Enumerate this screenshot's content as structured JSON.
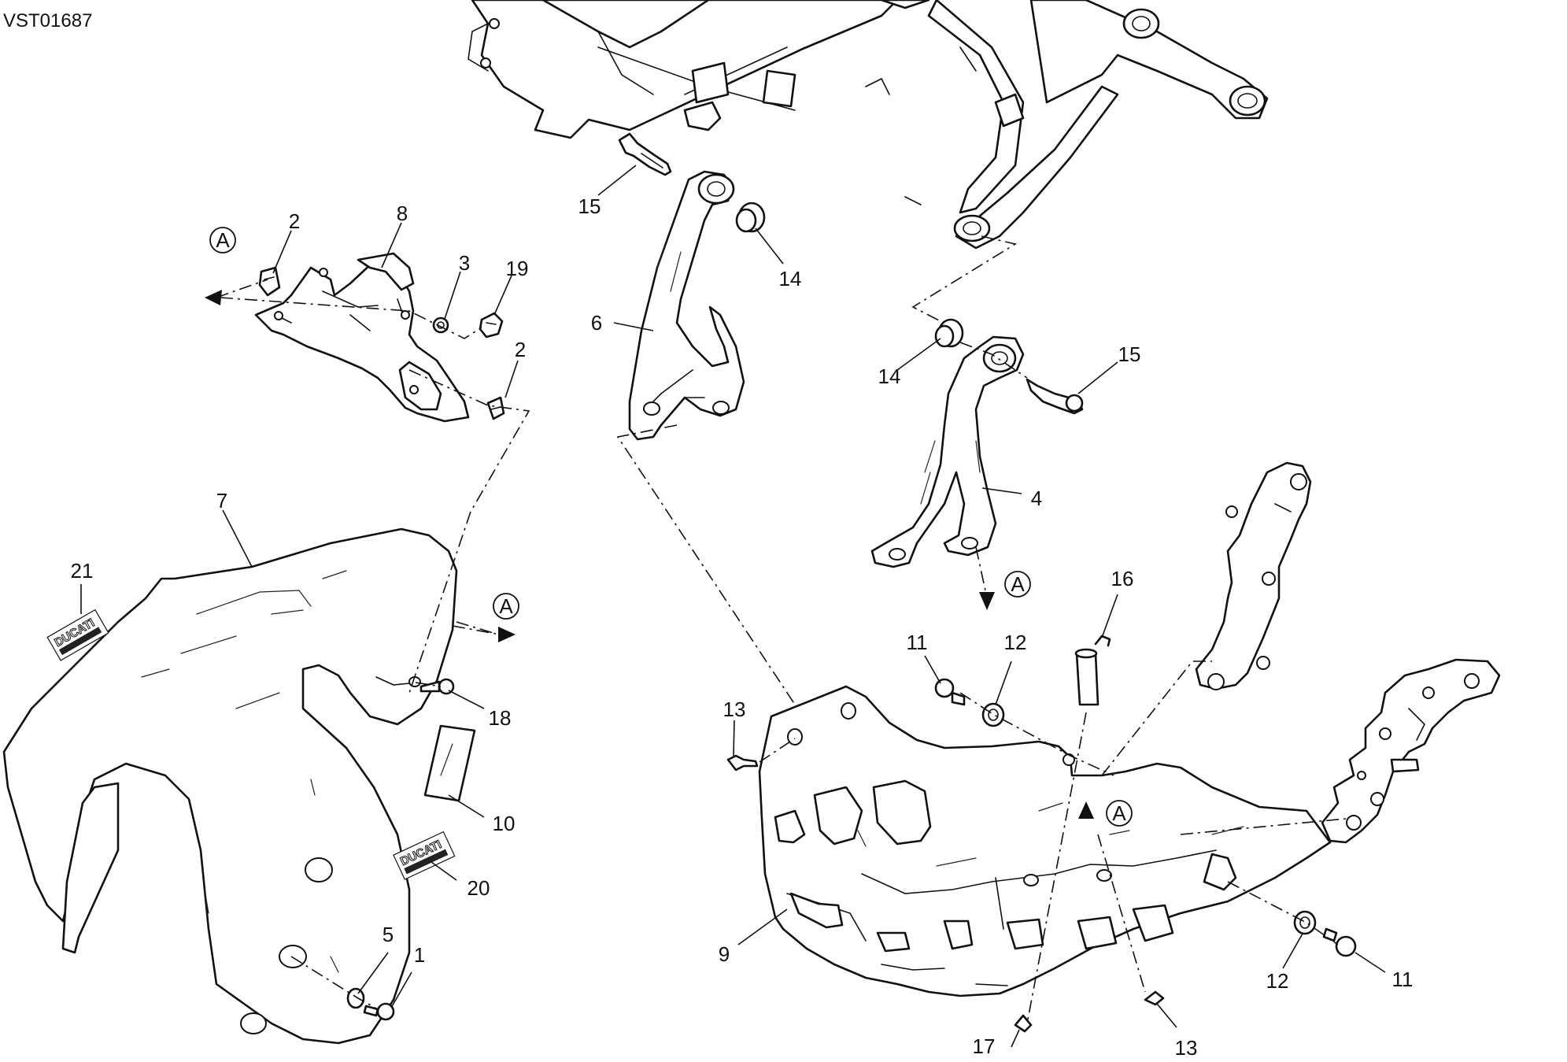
{
  "drawing_id": "VST01687",
  "view_ref": "A",
  "callouts": {
    "p1": "1",
    "p2a": "2",
    "p2b": "2",
    "p3": "3",
    "p4": "4",
    "p5": "5",
    "p6": "6",
    "p7": "7",
    "p8": "8",
    "p9": "9",
    "p10": "10",
    "p11a": "11",
    "p11b": "11",
    "p12a": "12",
    "p12b": "12",
    "p13a": "13",
    "p13b": "13",
    "p14a": "14",
    "p14b": "14",
    "p15a": "15",
    "p15b": "15",
    "p16": "16",
    "p17": "17",
    "p18": "18",
    "p19": "19",
    "p20": "20",
    "p21": "21"
  },
  "decal_text": "DUCATI"
}
